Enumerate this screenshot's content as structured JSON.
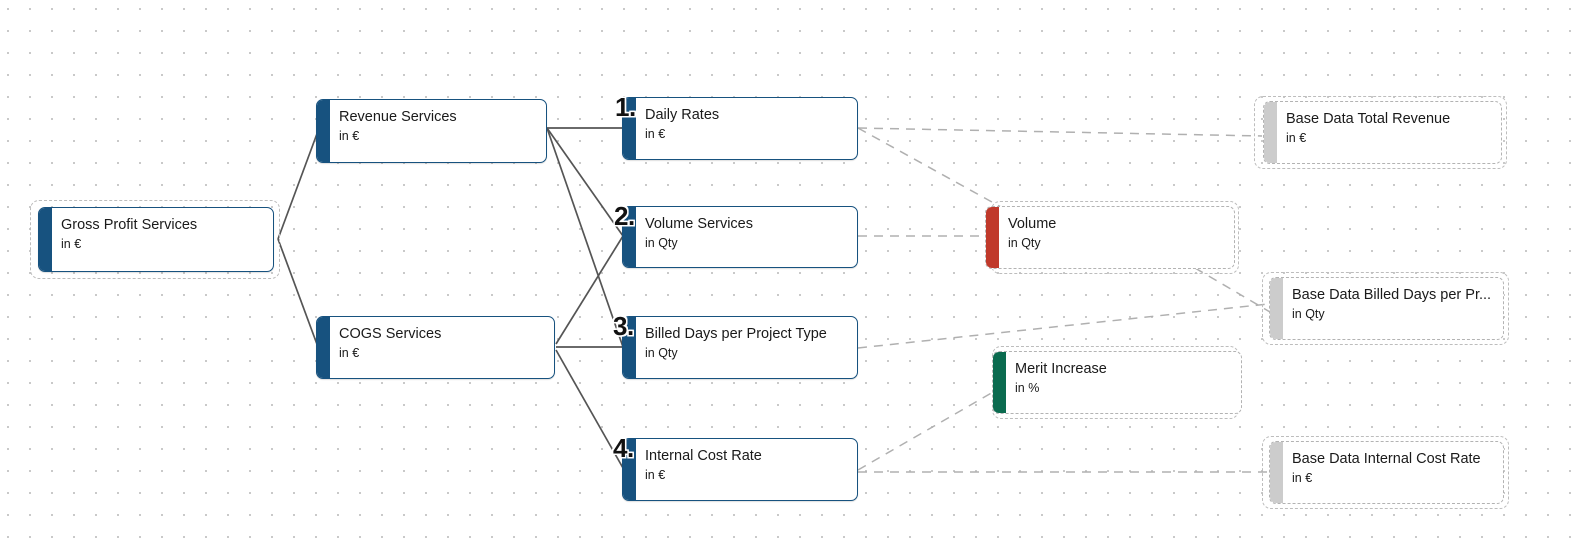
{
  "canvas": {
    "background": "#ffffff",
    "grid_dot_color": "#c9c9c9",
    "accent_blue": "#17527f",
    "accent_red": "#c0392b",
    "accent_green": "#0b6b4f",
    "accent_gray": "#cccccc",
    "edge_solid_color": "#555555",
    "edge_dashed_color": "#b0b0b0"
  },
  "nodes": [
    {
      "id": "gross-profit-services",
      "title": "Gross Profit Services",
      "unit": "in €",
      "kind": "solid",
      "accent": "#17527f",
      "ordinal": "",
      "framed": true
    },
    {
      "id": "revenue-services",
      "title": "Revenue Services",
      "unit": "in €",
      "kind": "solid",
      "accent": "#17527f",
      "ordinal": "",
      "framed": false
    },
    {
      "id": "cogs-services",
      "title": "COGS Services",
      "unit": "in €",
      "kind": "solid",
      "accent": "#17527f",
      "ordinal": "",
      "framed": false
    },
    {
      "id": "daily-rates",
      "title": "Daily Rates",
      "unit": "in €",
      "kind": "solid",
      "accent": "#17527f",
      "ordinal": "1.",
      "framed": false
    },
    {
      "id": "volume-services",
      "title": "Volume Services",
      "unit": "in Qty",
      "kind": "solid",
      "accent": "#17527f",
      "ordinal": "2.",
      "framed": false
    },
    {
      "id": "billed-days-per-project-type",
      "title": "Billed Days per Project Type",
      "unit": "in Qty",
      "kind": "solid",
      "accent": "#17527f",
      "ordinal": "3.",
      "framed": false
    },
    {
      "id": "internal-cost-rate",
      "title": "Internal Cost Rate",
      "unit": "in €",
      "kind": "solid",
      "accent": "#17527f",
      "ordinal": "4.",
      "framed": false
    },
    {
      "id": "volume",
      "title": "Volume",
      "unit": "in Qty",
      "kind": "dashed",
      "accent": "#c0392b",
      "ordinal": "",
      "framed": true
    },
    {
      "id": "merit-increase",
      "title": "Merit Increase",
      "unit": "in %",
      "kind": "dashed",
      "accent": "#0b6b4f",
      "ordinal": "",
      "framed": true
    },
    {
      "id": "base-data-total-revenue",
      "title": "Base Data Total Revenue",
      "unit": "in €",
      "kind": "dashed",
      "accent": "#cccccc",
      "ordinal": "",
      "framed": true
    },
    {
      "id": "base-data-billed-days",
      "title": "Base Data Billed Days per Pr...",
      "unit": "in Qty",
      "kind": "dashed",
      "accent": "#cccccc",
      "ordinal": "",
      "framed": true
    },
    {
      "id": "base-data-internal-cost-rate",
      "title": "Base Data Internal Cost Rate",
      "unit": "in €",
      "kind": "dashed",
      "accent": "#cccccc",
      "ordinal": "",
      "framed": true
    }
  ],
  "edges": [
    {
      "from": "gross-profit-services",
      "to": "revenue-services",
      "style": "solid"
    },
    {
      "from": "gross-profit-services",
      "to": "cogs-services",
      "style": "solid"
    },
    {
      "from": "revenue-services",
      "to": "daily-rates",
      "style": "solid"
    },
    {
      "from": "revenue-services",
      "to": "volume-services",
      "style": "solid"
    },
    {
      "from": "revenue-services",
      "to": "billed-days-per-project-type",
      "style": "solid"
    },
    {
      "from": "cogs-services",
      "to": "volume-services",
      "style": "solid"
    },
    {
      "from": "cogs-services",
      "to": "billed-days-per-project-type",
      "style": "solid"
    },
    {
      "from": "cogs-services",
      "to": "internal-cost-rate",
      "style": "solid"
    },
    {
      "from": "daily-rates",
      "to": "base-data-total-revenue",
      "style": "dashed"
    },
    {
      "from": "daily-rates",
      "to": "volume",
      "style": "dashed"
    },
    {
      "from": "volume-services",
      "to": "volume",
      "style": "dashed"
    },
    {
      "from": "volume",
      "to": "base-data-billed-days",
      "style": "dashed"
    },
    {
      "from": "billed-days-per-project-type",
      "to": "base-data-billed-days",
      "style": "dashed"
    },
    {
      "from": "internal-cost-rate",
      "to": "merit-increase",
      "style": "dashed"
    },
    {
      "from": "internal-cost-rate",
      "to": "base-data-internal-cost-rate",
      "style": "dashed"
    }
  ]
}
